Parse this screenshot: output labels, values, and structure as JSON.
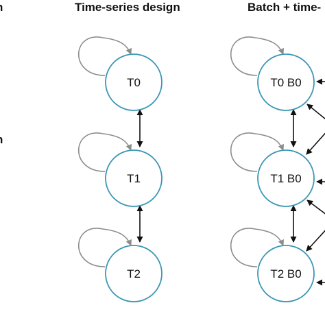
{
  "headings": {
    "left_fragment": "n",
    "left_fragment_2": "n",
    "timeseries": "Time-series design",
    "batch": "Batch + time-"
  },
  "colors": {
    "node_stroke": "#3a97b3",
    "self_loop": "#8c8c8c",
    "edge": "#111111"
  },
  "timeseries_nodes": [
    "T0",
    "T1",
    "T2"
  ],
  "batch_nodes": [
    "T0 B0",
    "T1 B0",
    "T2 B0"
  ]
}
